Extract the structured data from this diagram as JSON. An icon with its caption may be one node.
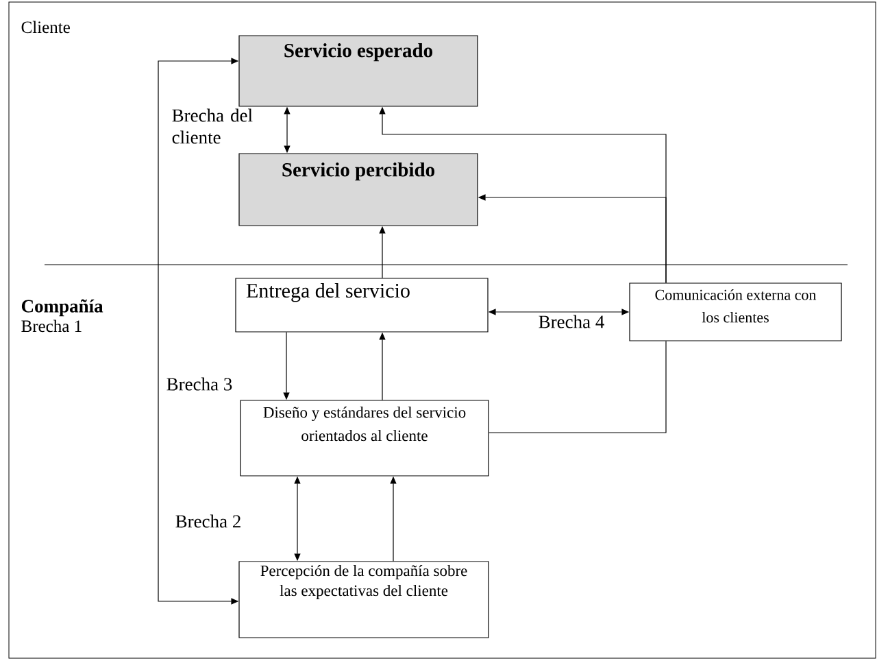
{
  "diagram": {
    "nodes": [
      {
        "text": [
          "Servicio esperado"
        ]
      },
      {
        "text": [
          "Servicio percibido"
        ]
      },
      {
        "text": [
          "Entrega del servicio"
        ]
      },
      {
        "text": [
          "Comunicación externa con los clientes"
        ]
      },
      {
        "text": [
          "Diseño y estándares del servicio orientados al cliente"
        ]
      },
      {
        "text": [
          "Percepción de la compañía sobre las expectativas del cliente"
        ]
      }
    ],
    "edges": [
      {
        "from": 1,
        "to": 0,
        "arrow": "both"
      },
      {
        "from": 2,
        "to": 1,
        "arrow": "to"
      },
      {
        "from": 3,
        "to": 0,
        "arrow": "to"
      },
      {
        "from": 3,
        "to": 1,
        "arrow": "to"
      },
      {
        "from": 2,
        "to": 3,
        "arrow": "both"
      },
      {
        "from": 4,
        "to": 3,
        "arrow": "none"
      },
      {
        "from": 2,
        "to": 4,
        "arrow": "to"
      },
      {
        "from": 4,
        "to": 2,
        "arrow": "to"
      },
      {
        "from": 4,
        "to": 5,
        "arrow": "both"
      },
      {
        "from": 5,
        "to": 4,
        "arrow": "to"
      },
      {
        "from": 5,
        "to": 0,
        "arrow": "both"
      }
    ],
    "labels": [
      "Cliente",
      "Brecha del cliente",
      "Compañía",
      "Brecha 1",
      "Brecha 3",
      "Brecha 4",
      "Brecha 2"
    ]
  }
}
